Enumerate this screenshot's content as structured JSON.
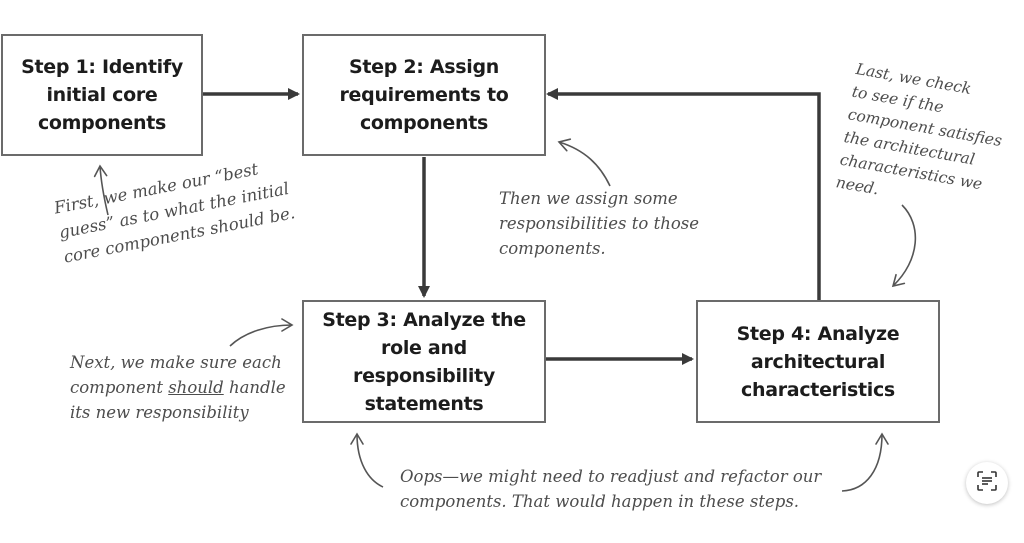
{
  "steps": {
    "step1": "Step 1: Identify\ninitial core\ncomponents",
    "step2": "Step 2: Assign\nrequirements to\ncomponents",
    "step3": "Step 3: Analyze the\nrole and responsibility\nstatements",
    "step4": "Step 4: Analyze\narchitectural\ncharacteristics"
  },
  "notes": {
    "first": "First, we make our “best\nguess” as to what the initial\ncore components should be.",
    "then": "Then we assign some\nresponsibilities to those\ncomponents.",
    "last": "Last, we check\nto see if the\ncomponent satisfies\nthe architectural\ncharacteristics we\nneed.",
    "next_pre": "Next, we make sure each\ncomponent ",
    "next_emph": "should",
    "next_post": " handle\nits new responsibility",
    "oops": "Oops—we might need to readjust and refactor our\ncomponents. That would happen in these steps."
  },
  "colors": {
    "box_border": "#6b6b6b",
    "arrow": "#3a3a3a",
    "note_text": "#4d4d4d"
  },
  "icons": {
    "scan": "text-scan-icon"
  }
}
